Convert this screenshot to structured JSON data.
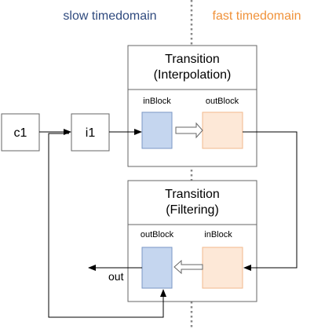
{
  "regions": {
    "slow": {
      "label": "slow timedomain",
      "color": "#2F4A7E"
    },
    "fast": {
      "label": "fast timedomain",
      "color": "#F0923A"
    }
  },
  "blocks": {
    "c1": {
      "label": "c1"
    },
    "i1": {
      "label": "i1"
    }
  },
  "transitions": [
    {
      "title_line1": "Transition",
      "title_line2": "(Interpolation)",
      "left_block_label": "inBlock",
      "right_block_label": "outBlock"
    },
    {
      "title_line1": "Transition",
      "title_line2": "(Filtering)",
      "left_block_label": "outBlock",
      "right_block_label": "inBlock"
    }
  ],
  "output": {
    "label": "out"
  },
  "colors": {
    "slow_block_fill": "#C5D6EF",
    "slow_block_stroke": "#7A97C4",
    "fast_block_fill": "#FDE8D7",
    "fast_block_stroke": "#F2B98C",
    "line": "#000000",
    "box_stroke": "#666666",
    "divider": "#888888"
  }
}
